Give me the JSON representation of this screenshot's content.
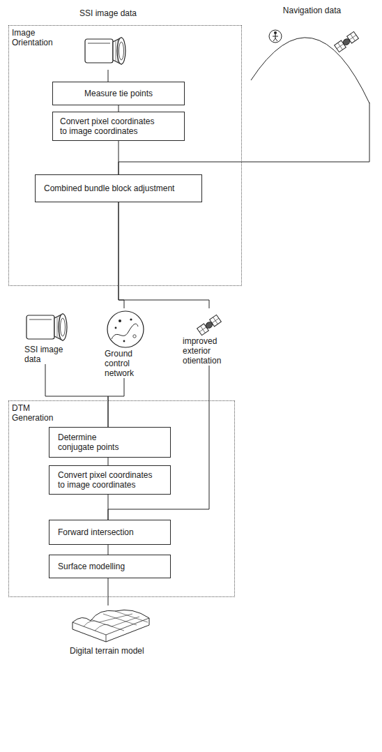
{
  "diagram": {
    "nodes": [
      {
        "text": [
          "SSI image data"
        ]
      },
      {
        "text": [
          "Navigation data"
        ]
      },
      {
        "text": [
          "Image Orientation"
        ]
      },
      {
        "text": [
          "Measure tie points"
        ],
        "in": 2
      },
      {
        "text": [
          "Convert pixel coordinates to image coordinates"
        ],
        "in": 2
      },
      {
        "text": [
          "Combined bundle block adjustment"
        ],
        "in": 2
      },
      {
        "text": [
          "SSI image data"
        ]
      },
      {
        "text": [
          "Ground control network"
        ]
      },
      {
        "text": [
          "improved exterior otientation"
        ]
      },
      {
        "text": [
          "DTM Generation"
        ]
      },
      {
        "text": [
          "Determine conjugate points"
        ],
        "in": 9
      },
      {
        "text": [
          "Convert pixel coordinates to image coordinates"
        ],
        "in": 9
      },
      {
        "text": [
          "Forward intersection"
        ],
        "in": 9
      },
      {
        "text": [
          "Surface modelling"
        ],
        "in": 9
      },
      {
        "text": [
          "Digital terrain model"
        ]
      }
    ],
    "edges": [
      {
        "from": 0,
        "to": 3,
        "arrow": "none"
      },
      {
        "from": 3,
        "to": 4,
        "arrow": "none"
      },
      {
        "from": 4,
        "to": 5,
        "arrow": "none"
      },
      {
        "from": 1,
        "to": 5,
        "arrow": "none"
      },
      {
        "from": 5,
        "to": 7,
        "arrow": "none"
      },
      {
        "from": 5,
        "to": 8,
        "arrow": "none"
      },
      {
        "from": 6,
        "to": 10,
        "arrow": "none"
      },
      {
        "from": 7,
        "to": 10,
        "arrow": "none"
      },
      {
        "from": 10,
        "to": 11,
        "arrow": "none"
      },
      {
        "from": 11,
        "to": 12,
        "arrow": "none"
      },
      {
        "from": 8,
        "to": 12,
        "arrow": "none"
      },
      {
        "from": 12,
        "to": 13,
        "arrow": "none"
      },
      {
        "from": 13,
        "to": 14,
        "arrow": "none"
      }
    ]
  }
}
